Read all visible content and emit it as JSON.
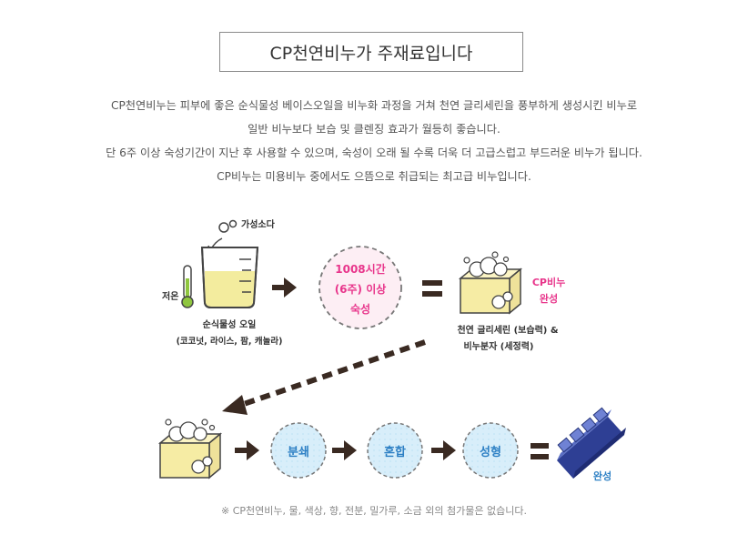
{
  "title": "CP천연비누가 주재료입니다",
  "intro_lines": [
    "CP천연비누는 피부에 좋은 순식물성 베이스오일을 비누화 과정을 거쳐 천연 글리세린을 풍부하게 생성시킨 비누로",
    "일반 비누보다 보습 및 클렌징 효과가 월등히 좋습니다.",
    "단 6주 이상 숙성기간이 지난 후 사용할 수 있으며, 숙성이 오래 될 수록 더욱 더 고급스럽고 부드러운 비누가 됩니다.",
    "CP비누는 미용비누 중에서도 으뜸으로 취급되는 최고급 비누입니다."
  ],
  "diagram": {
    "caustic_soda": "가성소다",
    "low_temp": "저온",
    "oil_label": "순식물성 오일",
    "oil_types": "(코코넛, 라이스, 팜, 캐놀라)",
    "aging_lines": [
      "1008시간",
      "(6주) 이상",
      "숙성"
    ],
    "cp_soap_lines": [
      "CP비누",
      "완성"
    ],
    "result_line1": "천연 글리세린 (보습력) &",
    "result_line2": "비누분자 (세정력)",
    "step_grind": "분쇄",
    "step_mix": "혼합",
    "step_mold": "성형",
    "complete": "완성"
  },
  "footer_note": "※ CP천연비누, 물, 색상, 향, 전분, 밀가루, 소금 외의 첨가물은 없습니다.",
  "colors": {
    "pink": "#e8358b",
    "arrow": "#3a2a22",
    "soap_yellow": "#f6eca4",
    "blue_circle": "#d8eefa",
    "blue_soap": "#3d4fa6",
    "thermo_green": "#8fc63f"
  }
}
